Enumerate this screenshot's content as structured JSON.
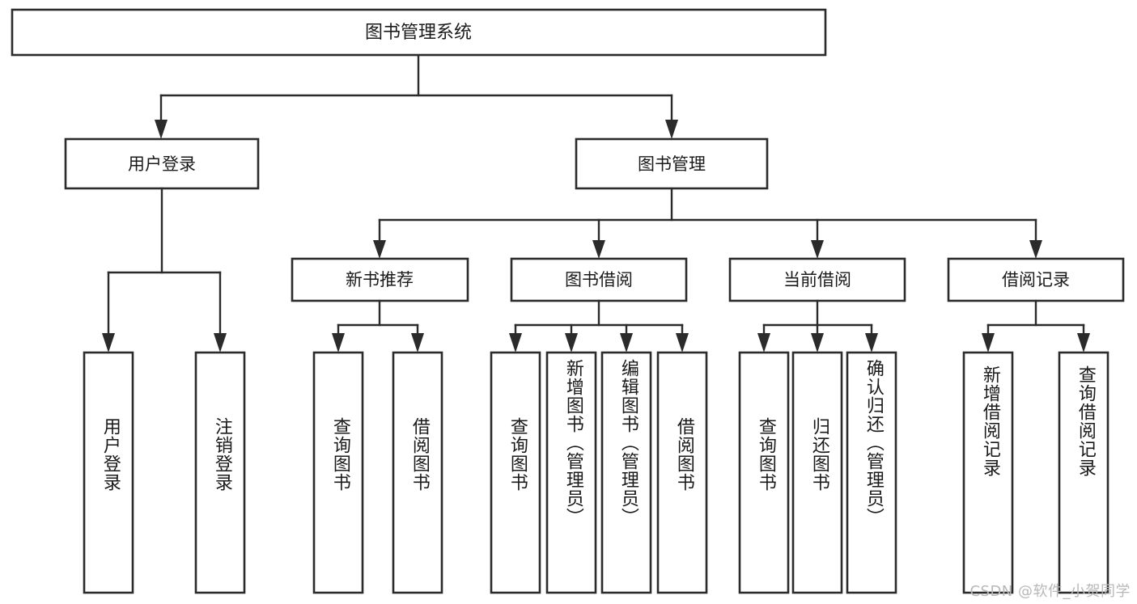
{
  "diagram": {
    "type": "tree",
    "title_node": {
      "id": "root",
      "label": "图书管理系统"
    },
    "level2": [
      {
        "id": "login",
        "label": "用户登录"
      },
      {
        "id": "bookmgmt",
        "label": "图书管理"
      }
    ],
    "level3": [
      {
        "id": "newbook",
        "label": "新书推荐",
        "parent": "bookmgmt"
      },
      {
        "id": "borrow",
        "label": "图书借阅",
        "parent": "bookmgmt"
      },
      {
        "id": "current",
        "label": "当前借阅",
        "parent": "bookmgmt"
      },
      {
        "id": "record",
        "label": "借阅记录",
        "parent": "bookmgmt"
      }
    ],
    "leaves": [
      {
        "id": "leaf-user-login",
        "label": "用户登录",
        "parent": "login"
      },
      {
        "id": "leaf-logout",
        "label": "注销登录",
        "parent": "login"
      },
      {
        "id": "leaf-query-book-1",
        "label": "查询图书",
        "parent": "newbook"
      },
      {
        "id": "leaf-borrow-book-1",
        "label": "借阅图书",
        "parent": "newbook"
      },
      {
        "id": "leaf-query-book-2",
        "label": "查询图书",
        "parent": "borrow"
      },
      {
        "id": "leaf-add-book",
        "label": "新增图书（管理员）",
        "parent": "borrow"
      },
      {
        "id": "leaf-edit-book",
        "label": "编辑图书（管理员）",
        "parent": "borrow"
      },
      {
        "id": "leaf-borrow-book-2",
        "label": "借阅图书",
        "parent": "borrow"
      },
      {
        "id": "leaf-query-book-3",
        "label": "查询图书",
        "parent": "current"
      },
      {
        "id": "leaf-return-book",
        "label": "归还图书",
        "parent": "current"
      },
      {
        "id": "leaf-confirm-return",
        "label": "确认归还（管理员）",
        "parent": "current"
      },
      {
        "id": "leaf-add-record",
        "label": "新增借阅记录",
        "parent": "record"
      },
      {
        "id": "leaf-query-record",
        "label": "查询借阅记录",
        "parent": "record"
      }
    ]
  },
  "watermark": {
    "text": "CSDN @软件_小贺同学"
  },
  "colors": {
    "stroke": "#2b2b2b",
    "fill": "#ffffff",
    "text": "#1a1a1a",
    "watermark": "#b8b8b8"
  }
}
